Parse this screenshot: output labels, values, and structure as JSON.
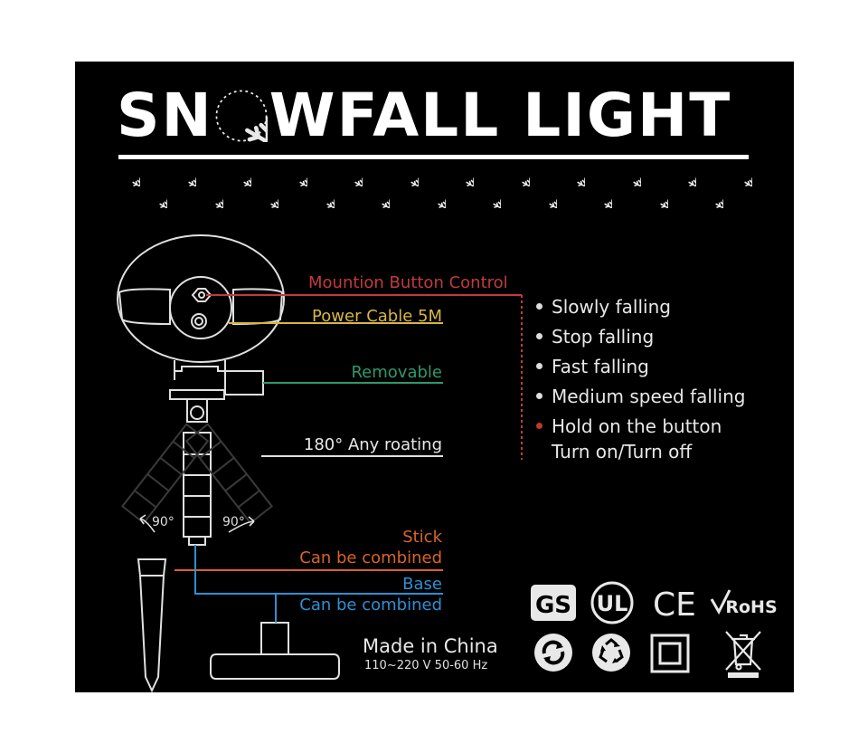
{
  "title": {
    "part1": "SN",
    "part2": "WFALL LIGHT"
  },
  "labels": {
    "mount_button": "Mountion Button Control",
    "power_cable": "Power Cable 5M",
    "removable": "Removable",
    "rotating": "180° Any roating",
    "stick": "Stick",
    "stick_combined": "Can be combined",
    "base": "Base",
    "base_combined": "Can be combined",
    "angle_left": "90°",
    "angle_right": "90°"
  },
  "features": [
    "Slowly falling",
    "Stop falling",
    "Fast falling",
    "Medium speed falling",
    "Hold on the button"
  ],
  "feature_extra": "Turn on/Turn off",
  "footer": {
    "made_in": "Made in China",
    "voltage": "110~220 V 50-60 Hz"
  },
  "certs": {
    "gs": "GS",
    "ul": "UL",
    "ce": "CE",
    "rohs": "RoHS"
  },
  "colors": {
    "background": "#000000",
    "mount_button": "#c23b3b",
    "power_cable": "#d9b545",
    "removable": "#2e9a6a",
    "stick": "#d9642a",
    "base": "#2f8fd4",
    "text": "#e8e8e8"
  }
}
